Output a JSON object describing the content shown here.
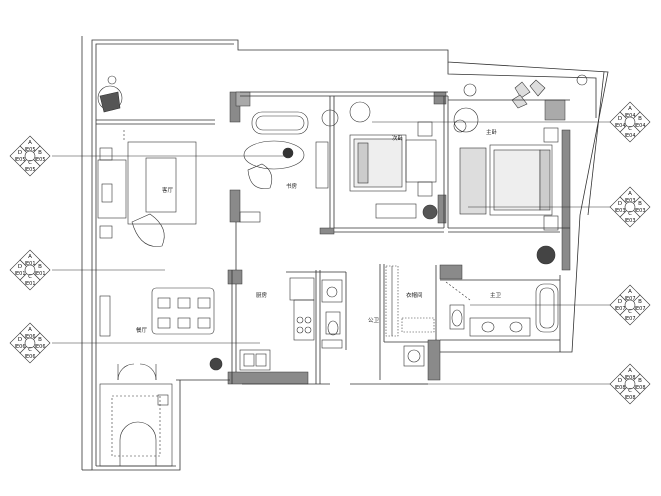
{
  "rooms": {
    "living_room": "客厅",
    "reading_room": "书房",
    "second_bedroom": "次卧",
    "master_bedroom": "主卧",
    "kitchen": "厨房",
    "dining_room": "餐厅",
    "cloakroom": "衣帽间",
    "master_bath": "主卫",
    "public_bath": "公卫"
  },
  "markers": [
    {
      "side": "left",
      "letters": [
        "A",
        "B",
        "C",
        "D"
      ],
      "codes": [
        "IE05",
        "IE05",
        "IE05",
        "IE05"
      ]
    },
    {
      "side": "left",
      "letters": [
        "A",
        "B",
        "C",
        "D"
      ],
      "codes": [
        "IE01",
        "IE01",
        "IE01",
        "IE01"
      ]
    },
    {
      "side": "left",
      "letters": [
        "A",
        "B",
        "C",
        "D"
      ],
      "codes": [
        "IE06",
        "IE06",
        "IE06",
        "IE06"
      ]
    },
    {
      "side": "right",
      "letters": [
        "A",
        "B",
        "C",
        "D"
      ],
      "codes": [
        "IE04",
        "IE04",
        "IE04",
        "IE04"
      ]
    },
    {
      "side": "right",
      "letters": [
        "A",
        "B",
        "C",
        "D"
      ],
      "codes": [
        "IE03",
        "IE03",
        "IE03",
        "IE03"
      ]
    },
    {
      "side": "right",
      "letters": [
        "A",
        "B",
        "C",
        "D"
      ],
      "codes": [
        "IE07",
        "IE07",
        "IE07",
        "IE07"
      ]
    },
    {
      "side": "right",
      "letters": [
        "A",
        "B",
        "C",
        "D"
      ],
      "codes": [
        "IE08",
        "IE08",
        "IE08",
        "IE08"
      ]
    }
  ]
}
